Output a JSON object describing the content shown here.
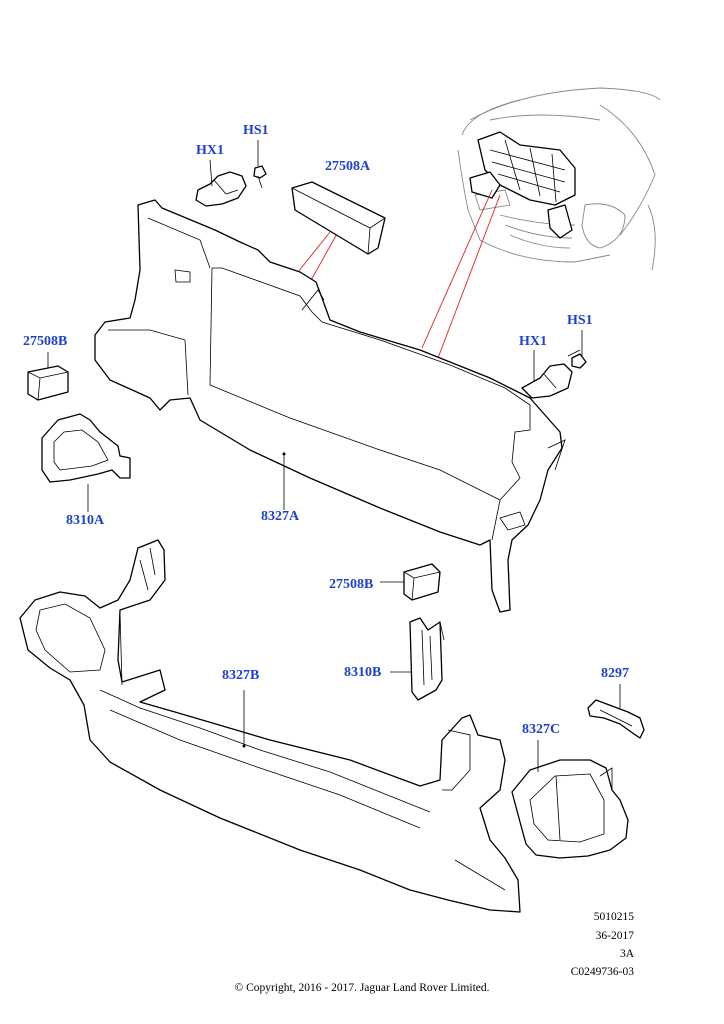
{
  "callouts": {
    "hs1_top": "HS1",
    "hx1_top": "HX1",
    "p27508a": "27508A",
    "p27508b_left": "27508B",
    "hs1_right": "HS1",
    "hx1_right": "HX1",
    "p8310a": "8310A",
    "p8327a": "8327A",
    "p27508b_mid": "27508B",
    "p8310b": "8310B",
    "p8297": "8297",
    "p8327b": "8327B",
    "p8327c": "8327C"
  },
  "meta": {
    "line1": "5010215",
    "line2": "36-2017",
    "line3": "3A",
    "line4": "C0249736-03"
  },
  "copyright": "© Copyright, 2016 - 2017. Jaguar Land Rover Limited.",
  "colors": {
    "callout": "#1f3fd0",
    "leader_red": "#e0201a"
  }
}
